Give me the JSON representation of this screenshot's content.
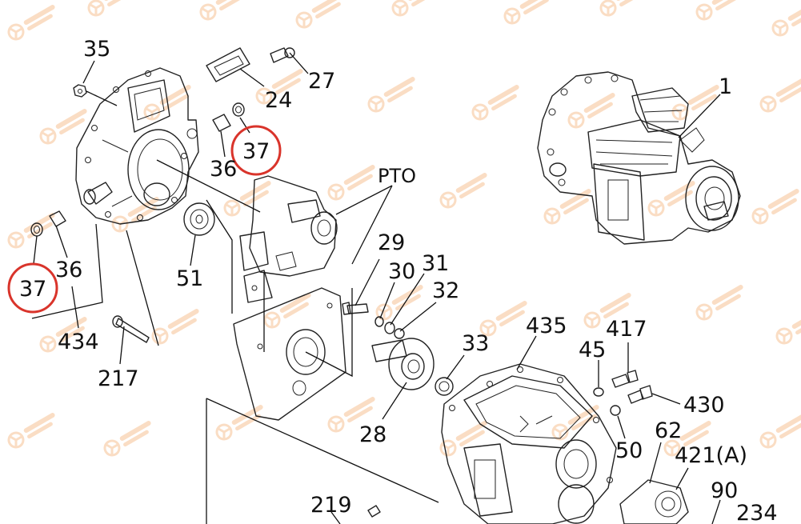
{
  "diagram": {
    "labels": {
      "p35": "35",
      "p27": "27",
      "p24": "24",
      "p37a": "37",
      "p36a": "36",
      "p1": "1",
      "pto": "PTO",
      "p37b": "37",
      "p36b": "36",
      "p51": "51",
      "p434": "434",
      "p217": "217",
      "p29": "29",
      "p30": "30",
      "p31": "31",
      "p32": "32",
      "p33": "33",
      "p28": "28",
      "p435": "435",
      "p45": "45",
      "p417": "417",
      "p430": "430",
      "p50": "50",
      "p62": "62",
      "p421": "421(A)",
      "p90": "90",
      "p219": "219",
      "p234": "234"
    },
    "highlight_color": "#d9342b",
    "watermark_color": "#f3a15a",
    "watermark_icon": "motors-group-logo-icon"
  }
}
